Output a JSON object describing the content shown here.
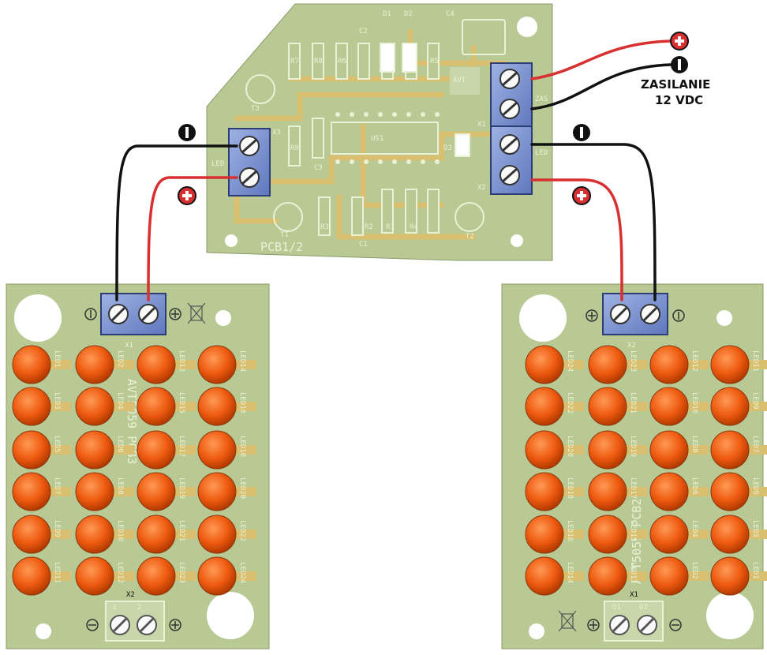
{
  "supply": {
    "label_line1": "ZASILANIE",
    "label_line2": "12 VDC",
    "plus_symbol": "+",
    "minus_symbol": "−"
  },
  "controller": {
    "name": "PCB1/2",
    "ic": "US1",
    "terminals": [
      "X1",
      "X2",
      "X3"
    ],
    "terminal_labels": [
      "ZAS",
      "LED"
    ],
    "components": [
      "R1",
      "R2",
      "R3",
      "R4",
      "R5",
      "R6",
      "R7",
      "R8",
      "R9",
      "C1",
      "C2",
      "C3",
      "C4",
      "D1",
      "D2",
      "D3",
      "T1",
      "T2",
      "T3"
    ],
    "brand": "AVT"
  },
  "left_board": {
    "terminal_top": "X1",
    "terminal_bottom": "X2",
    "pin_labels": [
      "1",
      "2"
    ],
    "board_text": "AVT5059 PCB3",
    "led_labels": [
      "LED1",
      "LED2",
      "LED13",
      "LED14",
      "LED3",
      "LED4",
      "LED15",
      "LED16",
      "LED5",
      "LED6",
      "LED17",
      "LED18",
      "LED7",
      "LED8",
      "LED19",
      "LED20",
      "LED9",
      "LED10",
      "LED21",
      "LED22",
      "LED11",
      "LED12",
      "LED23",
      "LED24"
    ]
  },
  "right_board": {
    "terminal_top": "X2",
    "terminal_bottom": "X1",
    "pin_labels": [
      "O1",
      "O2"
    ],
    "board_text": "AVT5059 PCB2",
    "led_labels": [
      "LED24",
      "LED23",
      "LED12",
      "LED11",
      "LED22",
      "LED21",
      "LED10",
      "LED9",
      "LED20",
      "LED19",
      "LED8",
      "LED7",
      "LED18",
      "LED17",
      "LED6",
      "LED5",
      "LED16",
      "LED15",
      "LED4",
      "LED3",
      "LED14",
      "LED13",
      "LED2",
      "LED1"
    ]
  },
  "colors": {
    "pcb": "#b9c994",
    "trace": "#d8c070",
    "led": "#ee5a10",
    "terminal": "#7b93d0",
    "wire_red": "#d83030",
    "wire_black": "#111111"
  }
}
